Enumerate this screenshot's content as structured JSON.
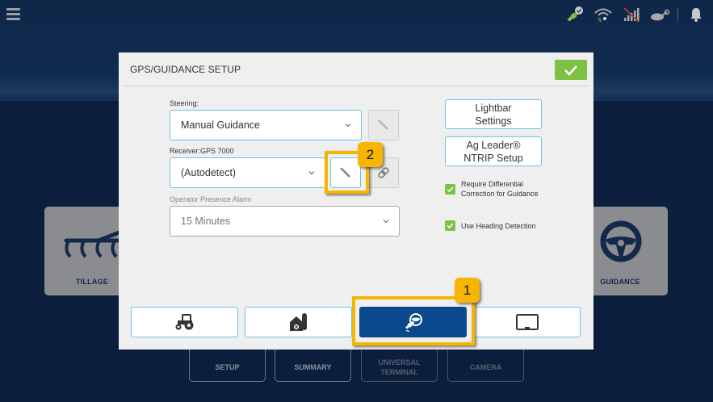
{
  "topbar": {
    "menu_icon": "hamburger-menu-icon",
    "status_icons": [
      "gps-satellite-ok-icon",
      "wifi-icon",
      "cellular-signal-off-icon",
      "tank-valve-icon",
      "notification-bell-icon"
    ]
  },
  "background": {
    "tiles": [
      {
        "label": "TILLAGE",
        "icon": "tillage-icon"
      },
      {
        "label": "GUIDANCE",
        "icon": "steering-wheel-icon"
      }
    ],
    "bottom_tiles": [
      {
        "label": "SETUP"
      },
      {
        "label": "SUMMARY"
      },
      {
        "label": "UNIVERSAL TERMINAL",
        "line1": "UNIVERSAL",
        "line2": "TERMINAL"
      },
      {
        "label": "CAMERA"
      }
    ]
  },
  "modal": {
    "title": "GPS/GUIDANCE SETUP",
    "ok_icon": "checkmark-icon",
    "steering": {
      "label": "Steering:",
      "value": "Manual Guidance"
    },
    "receiver": {
      "label": "Receiver:GPS 7000",
      "value": "(Autodetect)"
    },
    "alarm": {
      "label": "Operator Presence Alarm",
      "value": "15 Minutes"
    },
    "buttons": {
      "lightbar": {
        "line1": "Lightbar",
        "line2": "Settings"
      },
      "ntrip": {
        "line1": "Ag Leader®",
        "line2": "NTRIP Setup"
      }
    },
    "checkboxes": [
      {
        "line1": "Require Differential",
        "line2": "Correction for Guidance",
        "checked": true
      },
      {
        "line1": "Use Heading Detection",
        "checked": true
      }
    ],
    "tabs": [
      {
        "icon": "tractor-icon",
        "selected": false
      },
      {
        "icon": "farm-barn-icon",
        "selected": false
      },
      {
        "icon": "gps-guidance-icon",
        "selected": true
      },
      {
        "icon": "display-monitor-icon",
        "selected": false
      }
    ]
  },
  "annotations": [
    {
      "number": "1",
      "target": "gps-guidance-tab"
    },
    {
      "number": "2",
      "target": "receiver-settings-button"
    }
  ],
  "colors": {
    "accent_green": "#7dc242",
    "selected_tab": "#0a4a8c",
    "highlight": "#f7b500",
    "border_blue": "#6cc3e0"
  }
}
